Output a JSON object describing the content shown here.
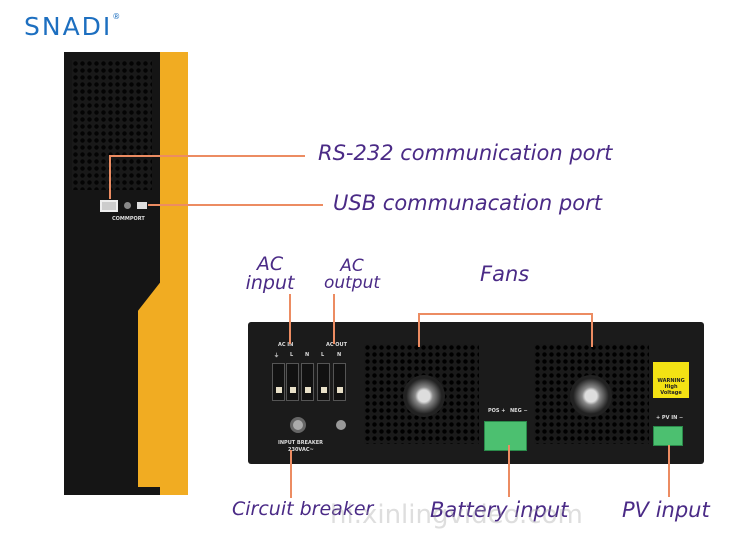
{
  "brand": {
    "logo_text": "SNADI",
    "registered": "®",
    "logo_color": "#1d6fc0",
    "accent": "#f08a1c"
  },
  "callouts": {
    "rs232": "RS-232 communication port",
    "usb": "USB communacation port",
    "ac_input": [
      "AC",
      "input"
    ],
    "ac_output": [
      "AC",
      "output"
    ],
    "fans": "Fans",
    "circuit_breaker": "Circuit breaker",
    "battery_input": "Battery input",
    "pv_input": "PV input"
  },
  "device_labels": {
    "commport": "COMMPORT",
    "ac_in": "AC IN",
    "ac_out": "AC OUT",
    "ground": "⏚",
    "l": "L",
    "n": "N",
    "input_breaker": "INPUT BREAKER",
    "breaker_rating": "230VAC~",
    "pos": "POS +",
    "neg": "NEG −",
    "pv_in": "+ PV IN −",
    "warning": "WARNING",
    "high_voltage": "High Voltage"
  },
  "watermark": "hi.xinlingvideo.com",
  "colors": {
    "callout_text": "#4a2a86",
    "callout_line": "#ec8c62",
    "device_body": "#1b1b1b",
    "device_yellow": "#f1ac22",
    "terminal_green": "#4cc070"
  }
}
